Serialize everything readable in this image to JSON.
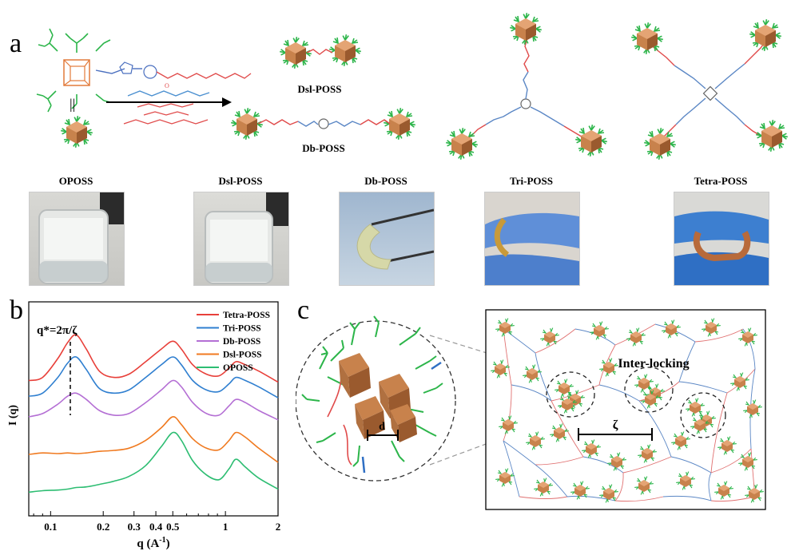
{
  "panels": {
    "a": "a",
    "b": "b",
    "c": "c"
  },
  "scheme": {
    "equals_sign": "||",
    "product_labels": [
      "Dsl-POSS",
      "Db-POSS"
    ]
  },
  "photos": {
    "labels": [
      "OPOSS",
      "Dsl-POSS",
      "Db-POSS",
      "Tri-POSS",
      "Tetra-POSS"
    ]
  },
  "chart": {
    "ylabel": "I (q)",
    "xlabel_main": "q (A",
    "xlabel_sup": "-1",
    "xlabel_end": ")",
    "annotation": "q*=2π/ζ"
  },
  "schematic": {
    "interlocking_label": "Inter-locking",
    "zeta_label": "ζ",
    "d_label": "d"
  },
  "colors": {
    "tetra": "#e8403a",
    "tri": "#2f7fd0",
    "db": "#b46fd4",
    "dsl": "#f07a20",
    "oposs": "#2dbd72",
    "cube": "#c8824c",
    "arm": "#2cb54a",
    "red_link": "#e04a4a",
    "blue_link": "#5b87c5"
  },
  "chart_data": {
    "type": "line",
    "xscale": "log",
    "xlim": [
      0.075,
      2
    ],
    "x_ticks": [
      "0.1",
      "0.2",
      "0.3",
      "0.4",
      "0.5",
      "1",
      "2"
    ],
    "x_tick_values": [
      0.1,
      0.2,
      0.3,
      0.4,
      0.5,
      1,
      2
    ],
    "legend_position": "top-right",
    "y_ticks_shown": false,
    "series": [
      {
        "name": "Tetra-POSS",
        "color": "#e8403a",
        "x": [
          0.075,
          0.09,
          0.11,
          0.125,
          0.14,
          0.16,
          0.19,
          0.23,
          0.28,
          0.35,
          0.43,
          0.5,
          0.56,
          0.65,
          0.78,
          0.92,
          1.05,
          1.15,
          1.3,
          1.55,
          2.0
        ],
        "y": [
          5.1,
          5.2,
          5.8,
          6.3,
          6.55,
          6.1,
          5.4,
          5.2,
          5.3,
          5.7,
          6.1,
          6.35,
          6.1,
          5.6,
          5.3,
          5.25,
          5.5,
          5.7,
          5.6,
          5.4,
          5.05
        ]
      },
      {
        "name": "Tri-POSS",
        "color": "#2f7fd0",
        "x": [
          0.075,
          0.09,
          0.11,
          0.125,
          0.14,
          0.16,
          0.19,
          0.23,
          0.28,
          0.35,
          0.43,
          0.5,
          0.56,
          0.65,
          0.78,
          0.92,
          1.05,
          1.15,
          1.3,
          1.55,
          2.0
        ],
        "y": [
          4.6,
          4.7,
          5.2,
          5.65,
          5.85,
          5.45,
          4.85,
          4.7,
          4.8,
          5.2,
          5.6,
          5.85,
          5.6,
          5.1,
          4.8,
          4.75,
          5.0,
          5.2,
          5.1,
          4.9,
          4.55
        ]
      },
      {
        "name": "Db-POSS",
        "color": "#b46fd4",
        "x": [
          0.075,
          0.09,
          0.11,
          0.125,
          0.14,
          0.16,
          0.19,
          0.23,
          0.28,
          0.35,
          0.43,
          0.5,
          0.56,
          0.65,
          0.78,
          0.92,
          1.05,
          1.15,
          1.3,
          1.55,
          2.0
        ],
        "y": [
          3.95,
          4.05,
          4.35,
          4.6,
          4.7,
          4.5,
          4.15,
          4.0,
          4.05,
          4.4,
          4.8,
          5.1,
          4.9,
          4.4,
          4.05,
          4.0,
          4.3,
          4.5,
          4.4,
          4.15,
          3.85
        ]
      },
      {
        "name": "Dsl-POSS",
        "color": "#f07a20",
        "x": [
          0.075,
          0.09,
          0.11,
          0.125,
          0.14,
          0.16,
          0.19,
          0.23,
          0.28,
          0.35,
          0.43,
          0.5,
          0.56,
          0.65,
          0.78,
          0.92,
          1.05,
          1.15,
          1.3,
          1.55,
          2.0
        ],
        "y": [
          2.75,
          2.8,
          2.78,
          2.8,
          2.78,
          2.8,
          2.85,
          2.88,
          2.95,
          3.2,
          3.6,
          3.95,
          3.7,
          3.25,
          2.95,
          2.9,
          3.2,
          3.45,
          3.3,
          2.95,
          2.5
        ]
      },
      {
        "name": "OPOSS",
        "color": "#2dbd72",
        "x": [
          0.075,
          0.09,
          0.11,
          0.125,
          0.14,
          0.16,
          0.19,
          0.23,
          0.28,
          0.35,
          0.43,
          0.5,
          0.56,
          0.65,
          0.78,
          0.92,
          1.05,
          1.15,
          1.3,
          1.55,
          2.0
        ],
        "y": [
          1.55,
          1.6,
          1.62,
          1.65,
          1.7,
          1.72,
          1.8,
          1.9,
          2.05,
          2.4,
          3.0,
          3.45,
          3.2,
          2.55,
          2.1,
          1.95,
          2.3,
          2.6,
          2.35,
          2.0,
          1.65
        ]
      }
    ]
  }
}
